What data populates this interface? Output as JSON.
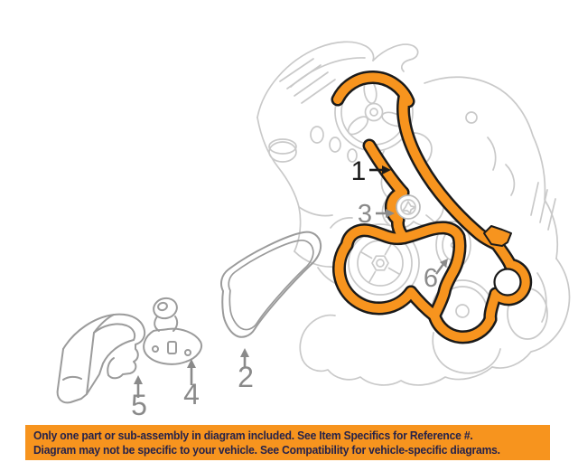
{
  "banner": {
    "line1": "Only one part or sub-assembly in diagram included. See Item Specifics for Reference #.",
    "line2": "Diagram may not be specific to your vehicle. See Compatibility for vehicle-specific diagrams."
  },
  "callouts": [
    {
      "id": "1",
      "label": "1"
    },
    {
      "id": "2",
      "label": "2"
    },
    {
      "id": "3",
      "label": "3"
    },
    {
      "id": "4",
      "label": "4"
    },
    {
      "id": "5",
      "label": "5"
    },
    {
      "id": "6",
      "label": "6"
    }
  ],
  "colors": {
    "belt_highlight": "#F7941E",
    "belt_outline": "#1A1A1A",
    "engine_line_art": "#C9C9C9",
    "part_line_art": "#9B9B9B",
    "label_dark": "#1A1A1A",
    "label_gray": "#8A8A8A",
    "banner_bg": "#F7941E",
    "banner_text": "#25224A",
    "background": "#FFFFFF"
  }
}
